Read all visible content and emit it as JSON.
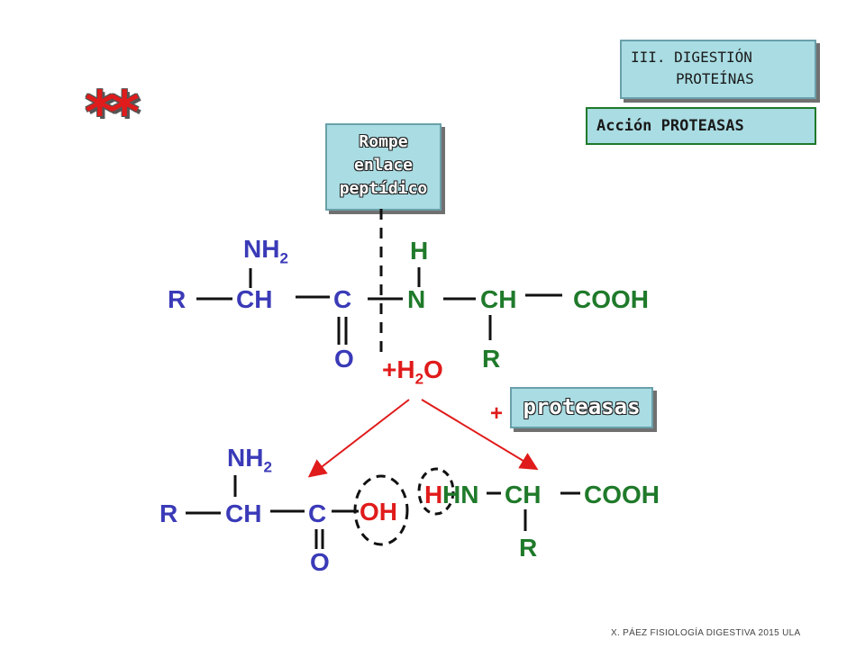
{
  "header": {
    "section_line1": "III. DIGESTIÓN",
    "section_line2": "PROTEÍNAS",
    "subtitle": "Acción PROTEASAS"
  },
  "stars": "**",
  "callout": {
    "line1": "Rompe",
    "line2": "enlace",
    "line3": "peptídico"
  },
  "top_molecule": {
    "r_left": "R",
    "ch_left": "CH",
    "nh": "NH",
    "nh_sub": "2",
    "c": "C",
    "o": "O",
    "h": "H",
    "n": "N",
    "ch_right": "CH",
    "cooh": "COOH",
    "r_bottom": "R"
  },
  "water": {
    "plus_h": "+H",
    "sub": "2",
    "o": "O"
  },
  "enzyme": {
    "plus": "+",
    "label": "proteasas"
  },
  "bottom_molecule": {
    "r_left": "R",
    "ch_left": "CH",
    "nh": "NH",
    "nh_sub": "2",
    "c": "C",
    "o": "O",
    "oh": "OH",
    "h_red": "H",
    "hn": "HN",
    "ch_right": "CH",
    "cooh": "COOH",
    "r_bottom": "R"
  },
  "colors": {
    "atom_blue": "#3a3ab8",
    "atom_green": "#1f7a2a",
    "highlight_red": "#e01b1b",
    "box_fill": "#a9dce3"
  },
  "footer": {
    "credit": "X. PÁEZ   FISIOLOGÍA DIGESTIVA 2015 ULA"
  }
}
